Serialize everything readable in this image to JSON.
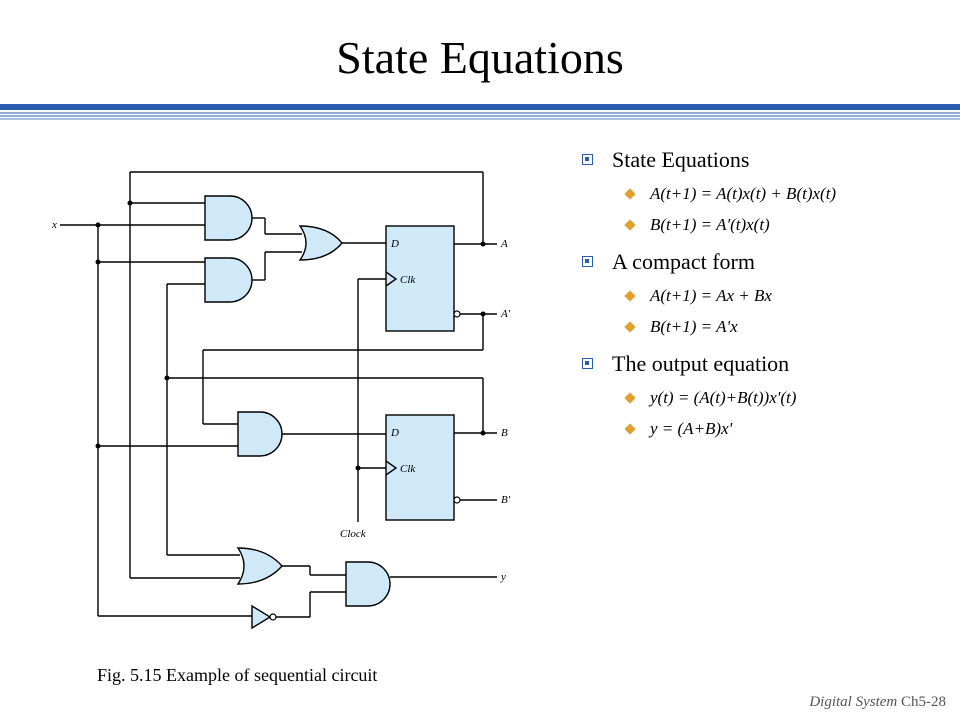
{
  "slide": {
    "title": "State Equations",
    "caption": "Fig. 5.15 Example of sequential circuit",
    "footer_label": "Digital System",
    "footer_page": "Ch5-28",
    "accent_color": "#2a5cb0",
    "bullet2_color": "#e0a030",
    "component_fill": "#cfe9f9"
  },
  "bullets": [
    {
      "label": "State Equations",
      "items": [
        "A(t+1) = A(t)x(t) + B(t)x(t)",
        "B(t+1) = A'(t)x(t)"
      ]
    },
    {
      "label": "A compact form",
      "items": [
        "A(t+1) = Ax + Bx",
        "B(t+1) = A'x"
      ]
    },
    {
      "label": "The output equation",
      "items": [
        "y(t) = (A(t)+B(t))x'(t)",
        "y = (A+B)x'"
      ]
    }
  ],
  "diagram": {
    "input_label": "x",
    "clock_label": "Clock",
    "ff_a": {
      "d_label": "D",
      "clk_label": "Clk",
      "q_label": "A",
      "qn_label": "A'"
    },
    "ff_b": {
      "d_label": "D",
      "clk_label": "Clk",
      "q_label": "B",
      "qn_label": "B'"
    },
    "output_label": "y"
  }
}
